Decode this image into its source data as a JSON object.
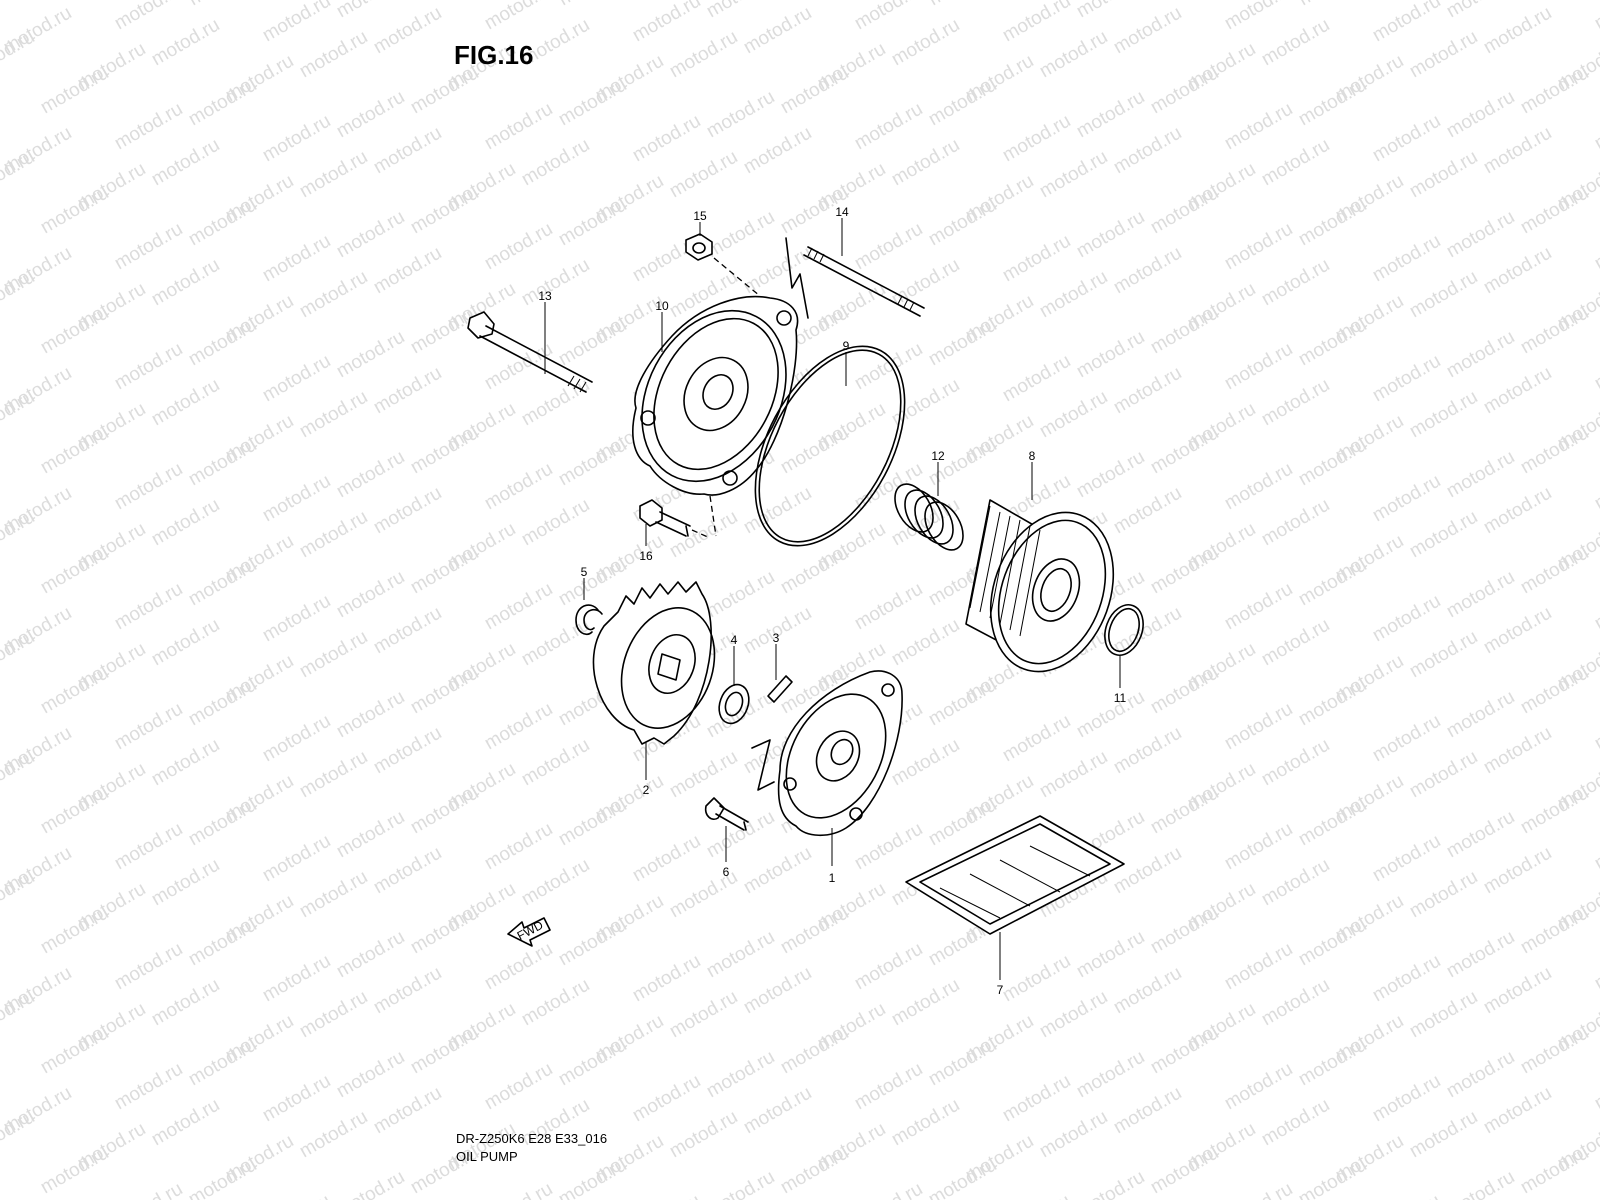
{
  "figure": {
    "title": "FIG.16",
    "model_code": "DR-Z250K6 E28 E33_016",
    "diagram_name": "OIL PUMP"
  },
  "watermark": {
    "text": "motod.ru"
  },
  "direction_arrow": {
    "label": "FWD"
  },
  "callouts": [
    "1",
    "2",
    "3",
    "4",
    "5",
    "6",
    "7",
    "8",
    "9",
    "10",
    "11",
    "12",
    "13",
    "14",
    "15",
    "16"
  ]
}
